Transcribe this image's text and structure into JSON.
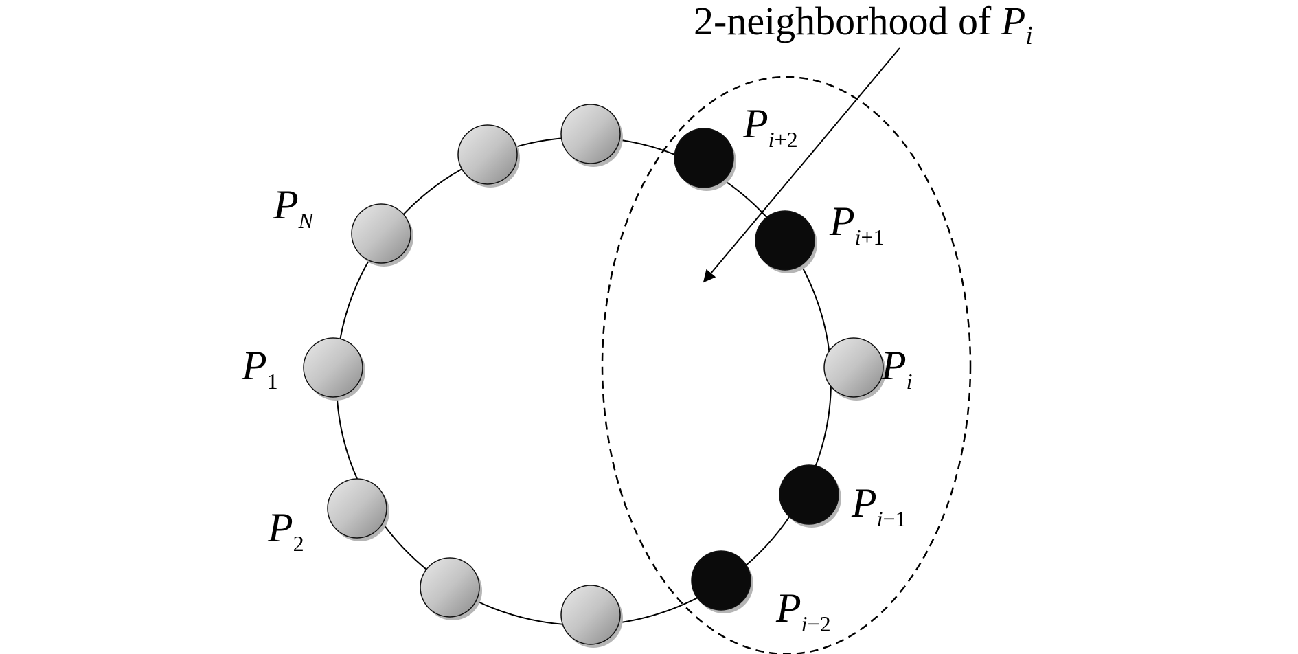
{
  "annotation": {
    "text": "2-neighborhood of ",
    "symbol": "P",
    "subscript": "i"
  },
  "nodes": [
    {
      "id": "n0",
      "state": "neighbor",
      "label": {
        "main": "P",
        "sub_italic": "i",
        "sub_rest": "+2"
      }
    },
    {
      "id": "n1",
      "state": "normal",
      "label": null
    },
    {
      "id": "n2",
      "state": "normal",
      "label": null
    },
    {
      "id": "n3",
      "state": "normal",
      "label": {
        "main": "P",
        "sub_italic": "N",
        "sub_rest": ""
      }
    },
    {
      "id": "n4",
      "state": "normal",
      "label": {
        "main": "P",
        "sub_italic": "",
        "sub_rest": "1"
      }
    },
    {
      "id": "n5",
      "state": "normal",
      "label": {
        "main": "P",
        "sub_italic": "",
        "sub_rest": "2"
      }
    },
    {
      "id": "n6",
      "state": "normal",
      "label": null
    },
    {
      "id": "n7",
      "state": "normal",
      "label": null
    },
    {
      "id": "n8",
      "state": "neighbor",
      "label": {
        "main": "P",
        "sub_italic": "i",
        "sub_rest": "−2"
      }
    },
    {
      "id": "n9",
      "state": "neighbor",
      "label": {
        "main": "P",
        "sub_italic": "i",
        "sub_rest": "−1"
      }
    },
    {
      "id": "n10",
      "state": "normal",
      "label": {
        "main": "P",
        "sub_italic": "i",
        "sub_rest": ""
      }
    },
    {
      "id": "n11",
      "state": "neighbor",
      "label": {
        "main": "P",
        "sub_italic": "i",
        "sub_rest": "+1"
      }
    }
  ],
  "colors": {
    "neighbor_fill": "#0b0b0b",
    "normal_fill_light": "#e6e6e6",
    "normal_fill_dark": "#8c8c8c",
    "stroke": "#111111",
    "shadow": "#b5b5b5"
  }
}
